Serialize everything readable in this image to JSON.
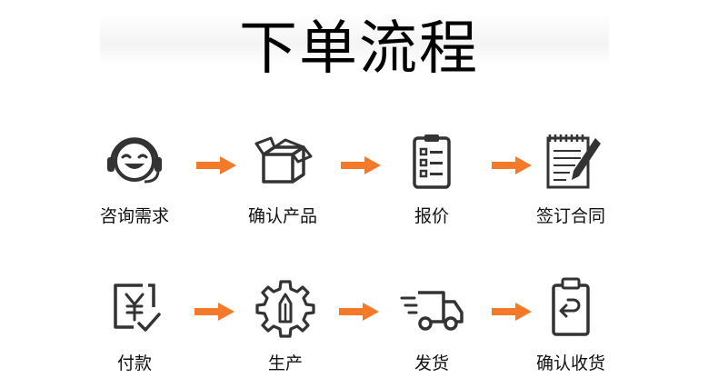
{
  "title": "下单流程",
  "accent_color": "#f47a2a",
  "icon_color": "#333333",
  "steps_row1": [
    {
      "label": "咨询需求",
      "icon": "headset-smile-icon"
    },
    {
      "label": "确认产品",
      "icon": "open-box-icon"
    },
    {
      "label": "报价",
      "icon": "clipboard-checklist-icon"
    },
    {
      "label": "签订合同",
      "icon": "notepad-pen-icon"
    }
  ],
  "steps_row2": [
    {
      "label": "付款",
      "icon": "yen-payment-icon"
    },
    {
      "label": "生产",
      "icon": "gear-production-icon"
    },
    {
      "label": "发货",
      "icon": "delivery-truck-icon"
    },
    {
      "label": "确认收货",
      "icon": "return-clipboard-icon"
    }
  ]
}
